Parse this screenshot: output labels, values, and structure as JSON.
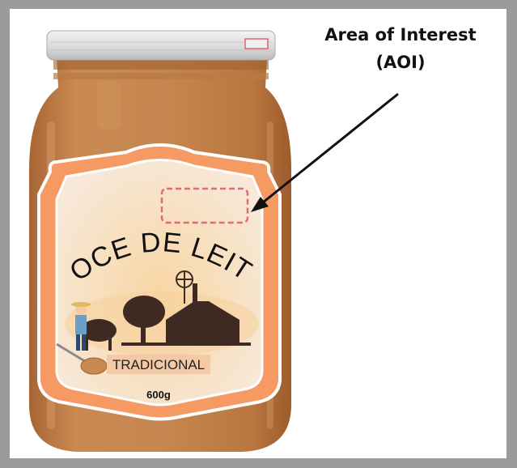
{
  "annotation": {
    "line1": "Area of Interest",
    "line2": "(AOI)"
  },
  "label": {
    "product_name": "DOCE DE LEITE",
    "variety": "TRADICIONAL",
    "weight": "600g"
  },
  "colors": {
    "border": "#9b9b9b",
    "caramel": "#c0804a",
    "label_orange": "#f59a62",
    "label_cream": "#f7e8d8",
    "aoi_dash": "#e06a7a",
    "silhouette": "#3e2a22"
  }
}
